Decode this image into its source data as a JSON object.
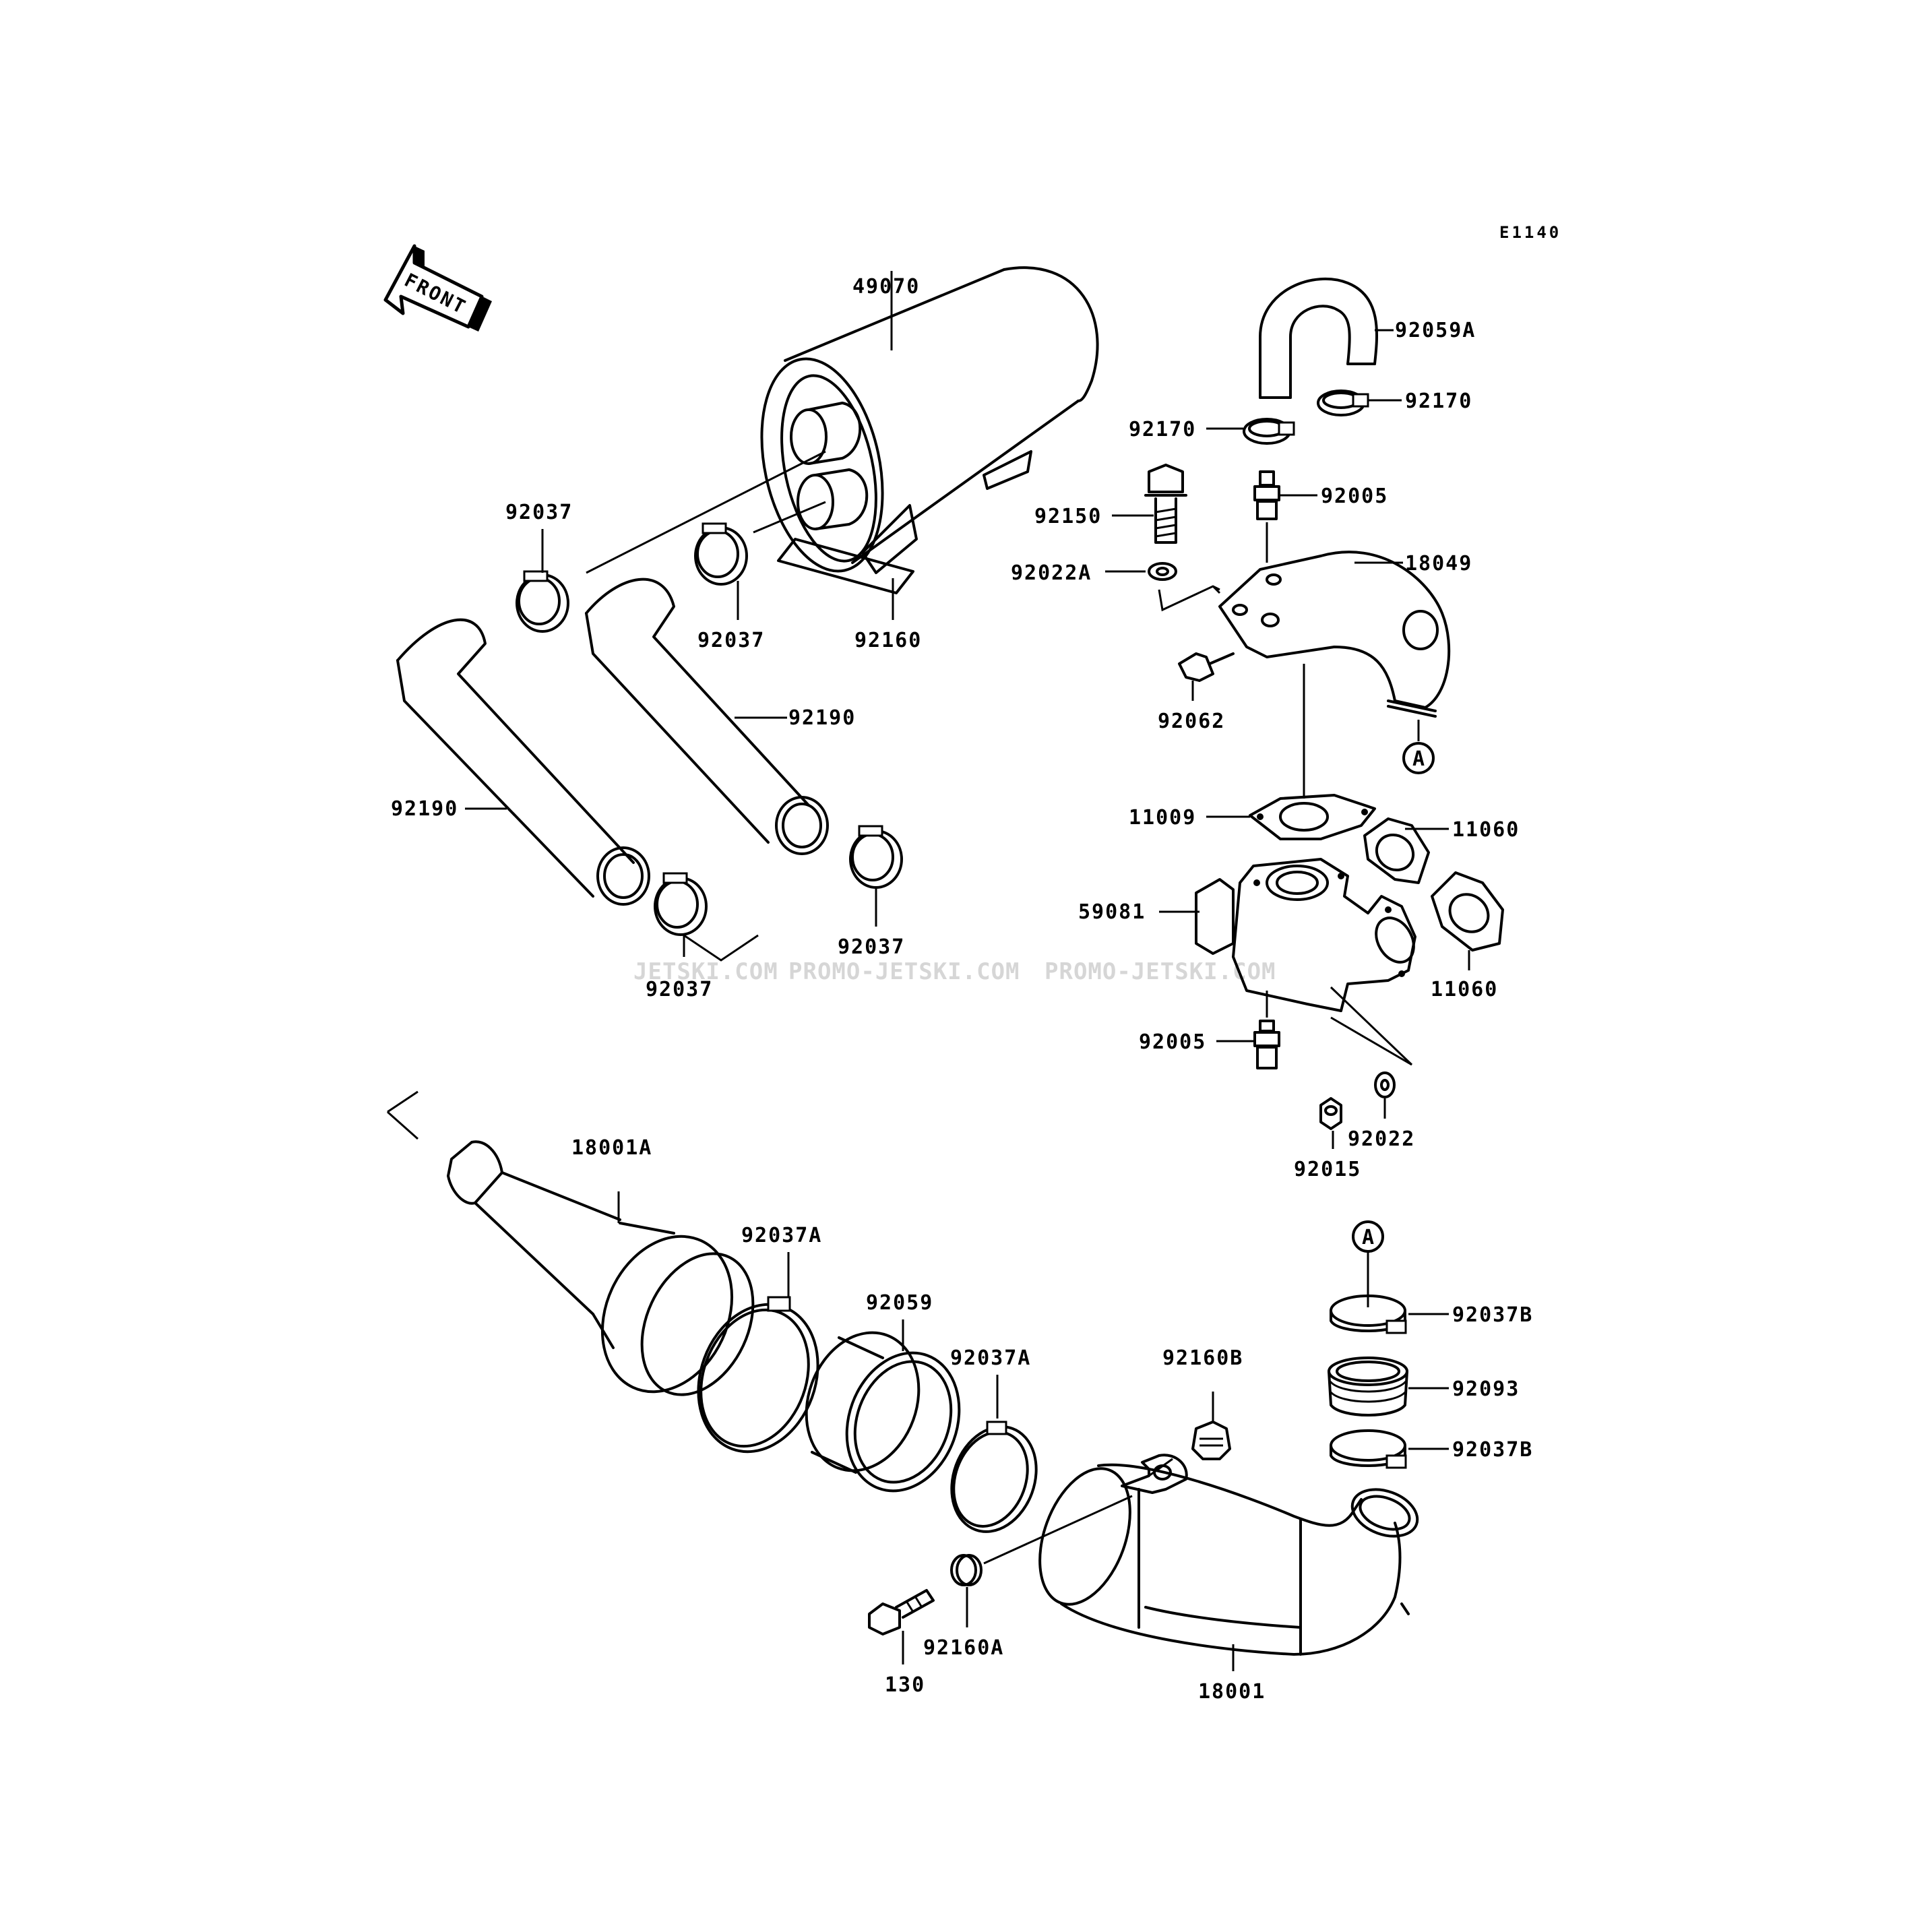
{
  "diagram_code": "E1140",
  "front_label": "FRONT",
  "ref_marker": "A",
  "watermarks": [
    "JETSKI.COM",
    "PROMO-JETSKI.COM",
    "PROMO-JETSKI.COM"
  ],
  "labels": {
    "p49070": "49070",
    "p92059A": "92059A",
    "p92170_right": "92170",
    "p92170_left": "92170",
    "p92150": "92150",
    "p92005_top": "92005",
    "p18049": "18049",
    "p92022A": "92022A",
    "p92062": "92062",
    "p92037_a": "92037",
    "p92037_b": "92037",
    "p92160": "92160",
    "p92190_right": "92190",
    "p92190_left": "92190",
    "p92037_c": "92037",
    "p92037_d": "92037",
    "p11009": "11009",
    "p11060_top": "11060",
    "p59081": "59081",
    "p11060_bottom": "11060",
    "p92005_bottom": "92005",
    "p92022": "92022",
    "p92015": "92015",
    "p18001A": "18001A",
    "p92037A_left": "92037A",
    "p92059": "92059",
    "p92037A_right": "92037A",
    "p92160B": "92160B",
    "p92037B_top": "92037B",
    "p92093": "92093",
    "p92037B_bottom": "92037B",
    "p92160A": "92160A",
    "p130": "130",
    "p18001": "18001"
  }
}
